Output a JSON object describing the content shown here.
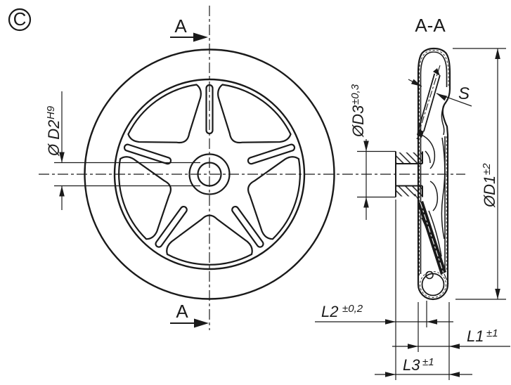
{
  "drawing": {
    "badge": "C",
    "section_cut_label": "A",
    "section_view_title": "A-A",
    "dimensions": {
      "d2": {
        "label": "Ø D2",
        "tolerance": "H9"
      },
      "d3": {
        "label": "ØD3",
        "tolerance": "±0,3"
      },
      "d1": {
        "label": "ØD1",
        "tolerance": "±2"
      },
      "s": {
        "label": "S"
      },
      "l2": {
        "label": "L2",
        "tolerance": "±0,2"
      },
      "l1": {
        "label": "L1",
        "tolerance": "±1"
      },
      "l3": {
        "label": "L3",
        "tolerance": "±1"
      }
    },
    "colors": {
      "line": "#1a1a1a",
      "background": "#ffffff"
    }
  }
}
